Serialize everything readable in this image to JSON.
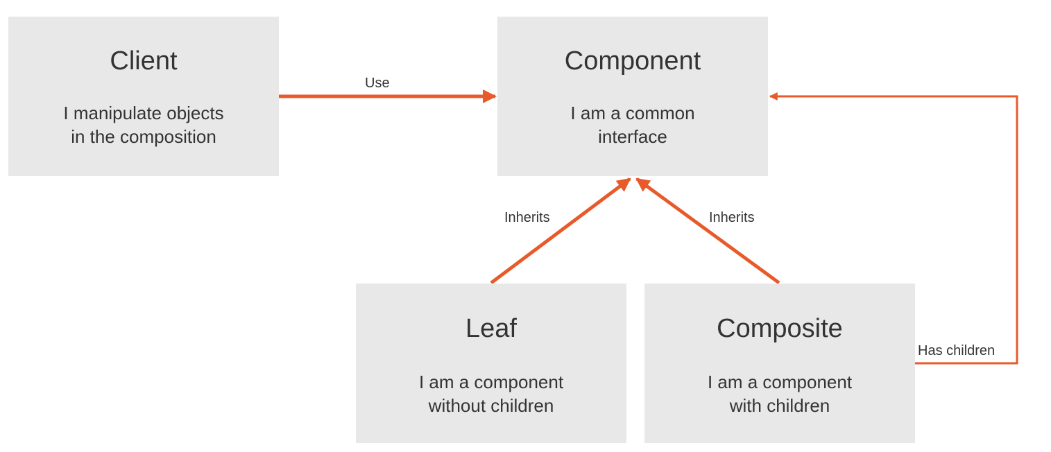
{
  "colors": {
    "box_fill": "#e8e8e8",
    "arrow": "#e85a2a",
    "text": "#333333"
  },
  "nodes": {
    "client": {
      "title": "Client",
      "description": "I manipulate objects\nin the composition"
    },
    "component": {
      "title": "Component",
      "description": "I am a common\ninterface"
    },
    "leaf": {
      "title": "Leaf",
      "description": "I am a component\nwithout children"
    },
    "composite": {
      "title": "Composite",
      "description": "I am a component\nwith children"
    }
  },
  "edges": {
    "use": {
      "label": "Use",
      "from": "client",
      "to": "component"
    },
    "leaf_inherits": {
      "label": "Inherits",
      "from": "leaf",
      "to": "component"
    },
    "composite_inherits": {
      "label": "Inherits",
      "from": "composite",
      "to": "component"
    },
    "has_children": {
      "label": "Has children",
      "from": "composite",
      "to": "component"
    }
  }
}
